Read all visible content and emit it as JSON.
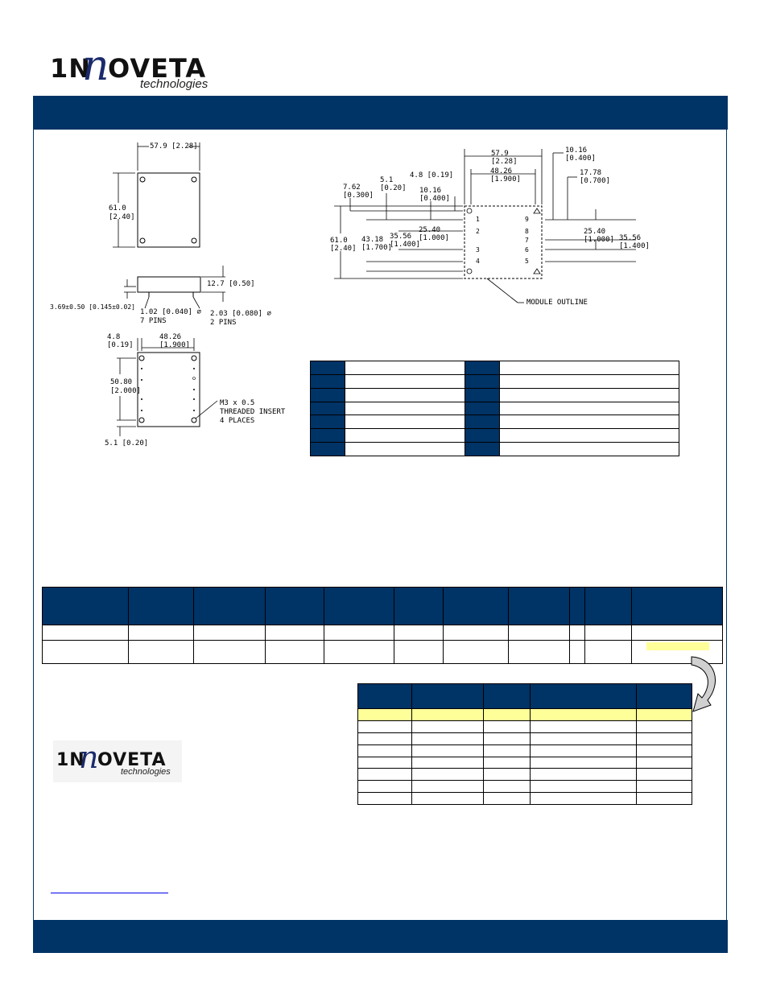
{
  "brand": {
    "logo_main_left": "1N",
    "logo_main_n": "n",
    "logo_main_right": "OVETA",
    "logo_sub": "technologies",
    "color_navy": "#003366",
    "color_highlight": "#ffff99"
  },
  "drawing_top": {
    "width_dim": "57.9 [2.28]",
    "height_dim": "61.0\n[2.40]"
  },
  "drawing_side": {
    "height_dim": "12.7 [0.50]",
    "standoff_dim": "3.69±0.50 [0.145±0.02]",
    "pin1": "1.02 [0.040] ⌀",
    "pin1b": "7 PINS",
    "pin2": "2.03 [0.080] ⌀",
    "pin2b": "2 PINS"
  },
  "drawing_bottom": {
    "d1": "4.8",
    "d1b": "[0.19]",
    "d2": "48.26",
    "d2b": "[1.900]",
    "d3": "50.80",
    "d3b": "[2.000]",
    "d4": "5.1 [0.20]",
    "insert1": "M3 x 0.5",
    "insert2": "THREADED INSERT",
    "insert3": "4 PLACES"
  },
  "drawing_pinout": {
    "w1": "57.9",
    "w1b": "[2.28]",
    "w2": "48.26",
    "w2b": "[1.900]",
    "off": "4.8 [0.19]",
    "r1": "10.16",
    "r1b": "[0.400]",
    "r2": "17.78",
    "r2b": "[0.700]",
    "l1": "7.62",
    "l1b": "[0.300]",
    "l2": "5.1",
    "l2b": "[0.20]",
    "l3": "10.16",
    "l3b": "[0.400]",
    "l4": "25.40",
    "l4b": "[1.000]",
    "l5": "35.56",
    "l5b": "[1.400]",
    "l6": "43.18",
    "l6b": "[1.700]",
    "l7": "61.0",
    "l7b": "[2.40]",
    "rr1": "25.40",
    "rr1b": "[1.000]",
    "rr2": "35.56",
    "rr2b": "[1.400]",
    "pins_left": [
      "1",
      "2",
      "3",
      "4"
    ],
    "pins_right": [
      "9",
      "8",
      "7",
      "6",
      "5"
    ],
    "outline": "MODULE OUTLINE"
  }
}
